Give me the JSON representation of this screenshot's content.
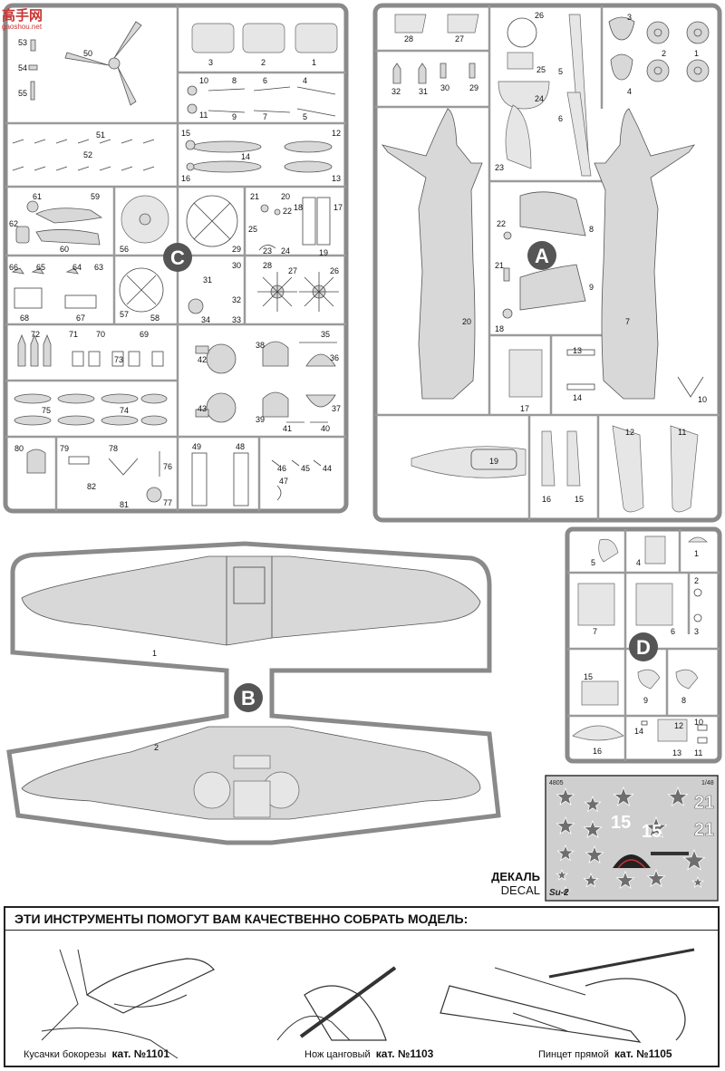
{
  "watermark": {
    "logo_text": "高手网",
    "domain": "gaoshou.net"
  },
  "sprue_letters": [
    "A",
    "B",
    "C",
    "D"
  ],
  "sprue_c_numbers": [
    "53",
    "54",
    "55",
    "50",
    "3",
    "2",
    "1",
    "10",
    "11",
    "8",
    "9",
    "6",
    "7",
    "4",
    "5",
    "15",
    "16",
    "14",
    "12",
    "13",
    "51",
    "52",
    "61",
    "59",
    "62",
    "60",
    "56",
    "29",
    "21",
    "20",
    "22",
    "25",
    "23",
    "24",
    "18",
    "17",
    "19",
    "66",
    "65",
    "64",
    "63",
    "68",
    "67",
    "57",
    "58",
    "31",
    "30",
    "32",
    "33",
    "34",
    "28",
    "27",
    "26",
    "72",
    "71",
    "70",
    "69",
    "73",
    "42",
    "38",
    "35",
    "36",
    "75",
    "74",
    "43",
    "39",
    "41",
    "40",
    "37",
    "80",
    "79",
    "78",
    "76",
    "77",
    "82",
    "81",
    "49",
    "48",
    "46",
    "45",
    "44",
    "47"
  ],
  "sprue_a_numbers": [
    "28",
    "27",
    "26",
    "25",
    "24",
    "23",
    "32",
    "31",
    "30",
    "29",
    "3",
    "2",
    "1",
    "4",
    "5",
    "6",
    "22",
    "8",
    "21",
    "9",
    "18",
    "20",
    "7",
    "13",
    "14",
    "17",
    "10",
    "19",
    "16",
    "15",
    "12",
    "11"
  ],
  "sprue_b_numbers": [
    "1",
    "2"
  ],
  "sprue_d_numbers": [
    "5",
    "4",
    "1",
    "2",
    "3",
    "7",
    "6",
    "15",
    "9",
    "8",
    "14",
    "12",
    "10",
    "13",
    "11",
    "16"
  ],
  "decal": {
    "label_ru": "ДЕКАЛЬ",
    "label_en": "DECAL",
    "code": "4805",
    "scale": "1/48",
    "model": "Su-2",
    "numbers": [
      "21",
      "21",
      "15",
      "15"
    ],
    "star_color": "#6e6e6e"
  },
  "tools": {
    "heading": "ЭТИ ИНСТРУМЕНТЫ ПОМОГУТ ВАМ КАЧЕСТВЕННО СОБРАТЬ МОДЕЛЬ:",
    "items": [
      {
        "name": "Кусачки бокорезы",
        "cat": "кат. №1101"
      },
      {
        "name": "Нож цанговый",
        "cat": "кат. №1103"
      },
      {
        "name": "Пинцет прямой",
        "cat": "кат. №1105"
      }
    ]
  }
}
